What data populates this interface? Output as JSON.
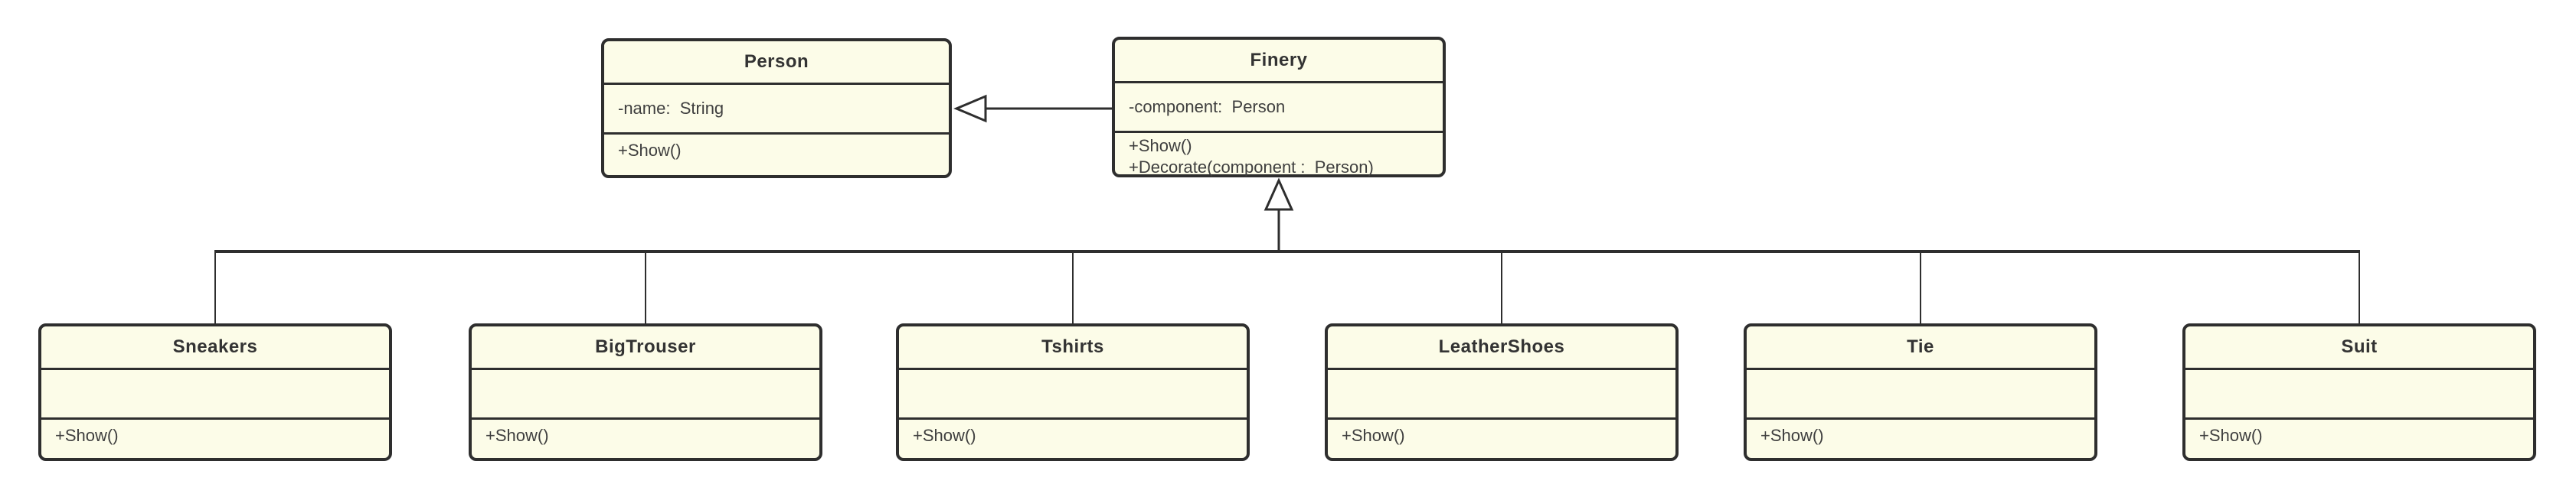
{
  "colors": {
    "background": "#ffffff",
    "box_fill": "#fcfce8",
    "stroke": "#2e2e2e",
    "text": "#3a3a3a"
  },
  "classes": [
    {
      "name": "Person",
      "attributes": [
        "-name:  String"
      ],
      "methods": [
        "+Show()"
      ]
    },
    {
      "name": "Finery",
      "attributes": [
        "-component:  Person"
      ],
      "methods": [
        "+Show()",
        "+Decorate(component :  Person)"
      ]
    },
    {
      "name": "Sneakers",
      "attributes": [],
      "methods": [
        "+Show()"
      ]
    },
    {
      "name": "BigTrouser",
      "attributes": [],
      "methods": [
        "+Show()"
      ]
    },
    {
      "name": "Tshirts",
      "attributes": [],
      "methods": [
        "+Show()"
      ]
    },
    {
      "name": "LeatherShoes",
      "attributes": [],
      "methods": [
        "+Show()"
      ]
    },
    {
      "name": "Tie",
      "attributes": [],
      "methods": [
        "+Show()"
      ]
    },
    {
      "name": "Suit",
      "attributes": [],
      "methods": [
        "+Show()"
      ]
    }
  ],
  "relations": [
    {
      "type": "generalization",
      "from": "Finery",
      "to": "Person"
    },
    {
      "type": "generalization",
      "from": "Sneakers",
      "to": "Finery"
    },
    {
      "type": "generalization",
      "from": "BigTrouser",
      "to": "Finery"
    },
    {
      "type": "generalization",
      "from": "Tshirts",
      "to": "Finery"
    },
    {
      "type": "generalization",
      "from": "LeatherShoes",
      "to": "Finery"
    },
    {
      "type": "generalization",
      "from": "Tie",
      "to": "Finery"
    },
    {
      "type": "generalization",
      "from": "Suit",
      "to": "Finery"
    }
  ]
}
